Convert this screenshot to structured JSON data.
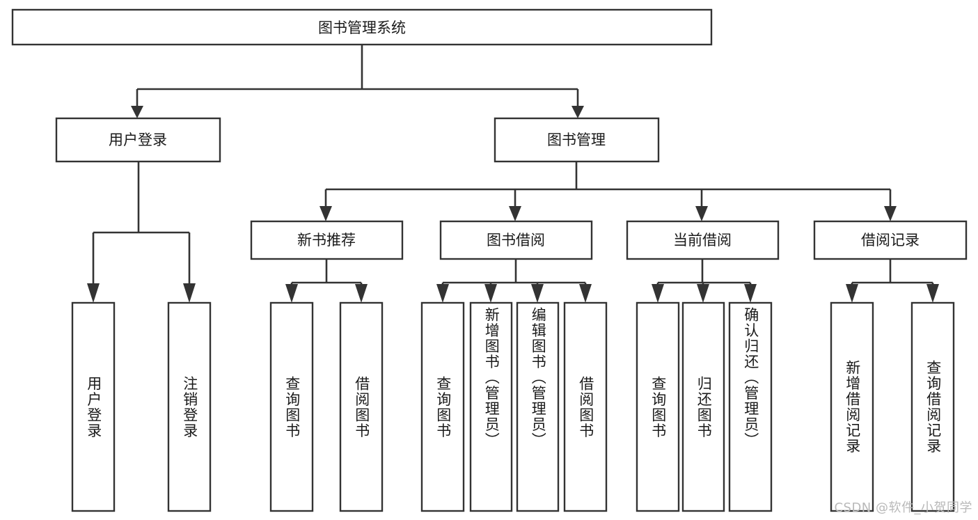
{
  "diagram": {
    "title": "图书管理系统",
    "type": "tree-hierarchy-chart",
    "root": {
      "label": "图书管理系统"
    },
    "level2": [
      {
        "id": "user-login",
        "label": "用户登录"
      },
      {
        "id": "book-manage",
        "label": "图书管理"
      }
    ],
    "level3": [
      {
        "id": "new-book-recommend",
        "label": "新书推荐",
        "parent": "book-manage"
      },
      {
        "id": "book-borrow",
        "label": "图书借阅",
        "parent": "book-manage"
      },
      {
        "id": "current-borrow",
        "label": "当前借阅",
        "parent": "book-manage"
      },
      {
        "id": "borrow-record",
        "label": "借阅记录",
        "parent": "book-manage"
      }
    ],
    "leaves": [
      {
        "id": "leaf-user-login",
        "label": "用户登录",
        "parent": "user-login"
      },
      {
        "id": "leaf-user-logout",
        "label": "注销登录",
        "parent": "user-login"
      },
      {
        "id": "leaf-query-book-1",
        "label": "查询图书",
        "parent": "new-book-recommend"
      },
      {
        "id": "leaf-borrow-book-1",
        "label": "借阅图书",
        "parent": "new-book-recommend"
      },
      {
        "id": "leaf-query-book-2",
        "label": "查询图书",
        "parent": "book-borrow"
      },
      {
        "id": "leaf-add-book",
        "label": "新增图书（管理员）",
        "parent": "book-borrow"
      },
      {
        "id": "leaf-edit-book",
        "label": "编辑图书（管理员）",
        "parent": "book-borrow"
      },
      {
        "id": "leaf-borrow-book-2",
        "label": "借阅图书",
        "parent": "book-borrow"
      },
      {
        "id": "leaf-query-book-3",
        "label": "查询图书",
        "parent": "current-borrow"
      },
      {
        "id": "leaf-return-book",
        "label": "归还图书",
        "parent": "current-borrow"
      },
      {
        "id": "leaf-confirm-return",
        "label": "确认归还（管理员）",
        "parent": "current-borrow"
      },
      {
        "id": "leaf-add-record",
        "label": "新增借阅记录",
        "parent": "borrow-record"
      },
      {
        "id": "leaf-query-record",
        "label": "查询借阅记录",
        "parent": "borrow-record"
      }
    ],
    "watermark": "CSDN @软件_小贺同学",
    "colors": {
      "stroke": "#333333",
      "box_fill": "#ffffff",
      "text": "#1a1a1a",
      "background": "#ffffff",
      "watermark": "#b9b9b9"
    }
  }
}
